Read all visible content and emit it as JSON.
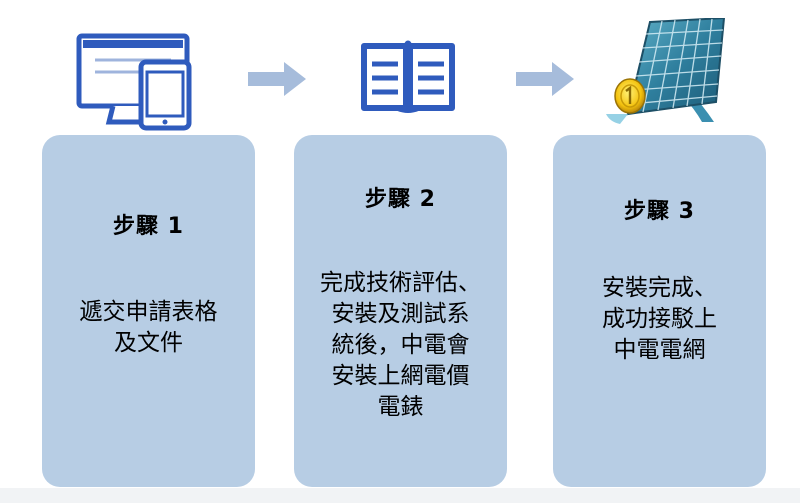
{
  "steps": [
    {
      "title": "步驟 1",
      "body": "遞交申請表格\n及文件",
      "icon": "computer-tablet-icon"
    },
    {
      "title": "步驟  2",
      "body": "完成技術評估、\n安裝及測試系\n統後，中電會\n安裝上網電價\n電錶",
      "icon": "open-book-icon"
    },
    {
      "title": "步驟  3",
      "body": "安裝完成、\n成功接駁上\n中電電網",
      "icon": "solar-panel-icon"
    }
  ],
  "colors": {
    "card": "#b7cde4",
    "icon_blue": "#2f5bbd",
    "arrow": "#a6bcdb"
  }
}
